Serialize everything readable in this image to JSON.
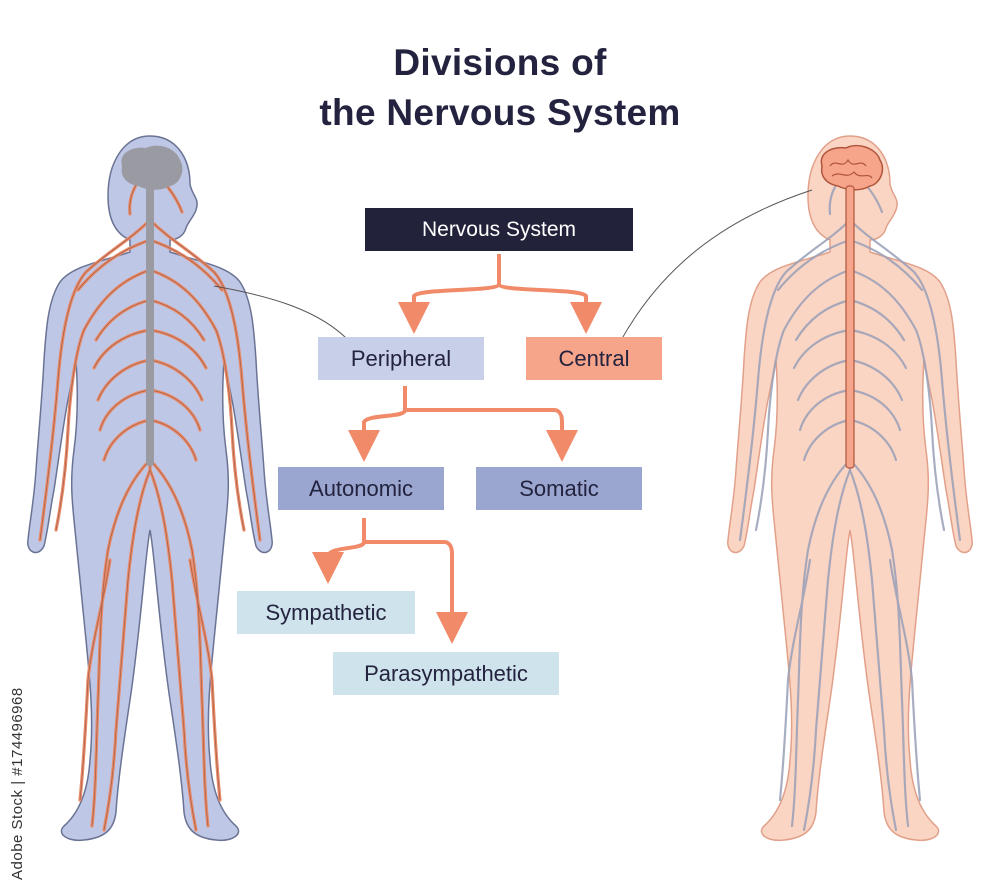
{
  "title": {
    "line1": "Divisions of",
    "line2": "the Nervous System"
  },
  "nodes": {
    "nervous_system": "Nervous System",
    "peripheral": "Peripheral",
    "central": "Central",
    "autonomic": "Autonomic",
    "somatic": "Somatic",
    "sympathetic": "Sympathetic",
    "parasympathetic": "Parasympathetic"
  },
  "watermark": "Adobe Stock | #174496968",
  "colors": {
    "title_text": "#23233f",
    "root_box": "#22223b",
    "peripheral_box": "#c8cfe8",
    "central_box": "#f6a48a",
    "level2_box": "#9aa6cf",
    "level3_box": "#cfe3ec",
    "arrow": "#f08a69",
    "left_body": "#bfc7e6",
    "right_body": "#fbd5c3",
    "nerve": "#e98a68",
    "brain_left": "#9a9aa2",
    "brain_right": "#f6a48a"
  },
  "icons": {
    "left_figure": "human-body-peripheral-nerves",
    "right_figure": "human-body-central-nerves"
  }
}
